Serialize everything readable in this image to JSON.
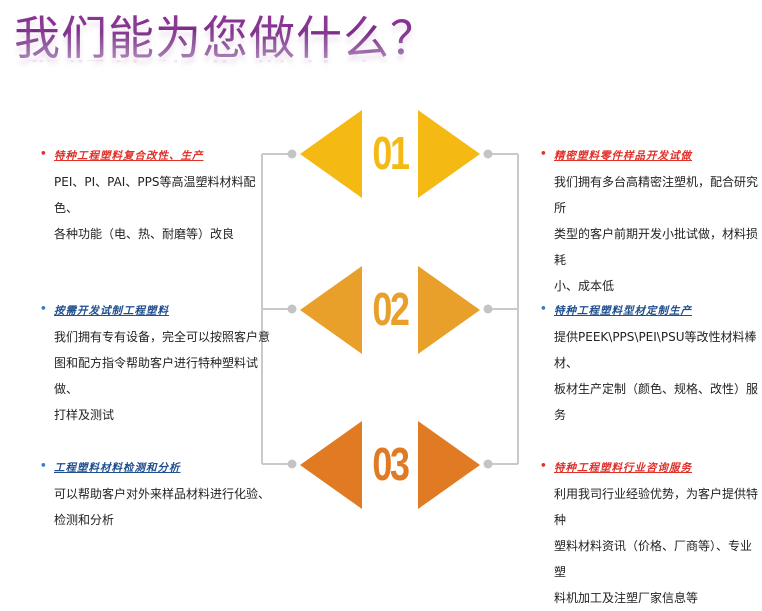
{
  "title": "我们能为您做什么？",
  "colors": {
    "yellow": "#f5b914",
    "amber": "#e8a02a",
    "orange": "#e07a23",
    "connector": "#c9c9c9",
    "red_heading": "#e0312b",
    "blue_heading": "#1f4f8f"
  },
  "diamonds": [
    {
      "number": "01",
      "color": "#f5b914"
    },
    {
      "number": "02",
      "color": "#e8a02a"
    },
    {
      "number": "03",
      "color": "#e07a23"
    }
  ],
  "left_items": [
    {
      "heading": "特种工程塑料复合改性、生产",
      "lines": [
        "PEI、PI、PAI、PPS等高温塑料材料配色、",
        "各种功能（电、热、耐磨等）改良"
      ]
    },
    {
      "heading": "按需开发试制工程塑料",
      "lines": [
        "我们拥有专有设备，完全可以按照客户意",
        "图和配方指令帮助客户进行特种塑料试做、",
        "打样及测试"
      ]
    },
    {
      "heading": "工程塑料材料检测和分析",
      "lines": [
        "可以帮助客户对外来样品材料进行化验、",
        "检测和分析"
      ]
    }
  ],
  "right_items": [
    {
      "heading": "精密塑料零件样品开发试做",
      "lines": [
        "我们拥有多台高精密注塑机，配合研究所",
        "类型的客户前期开发小批试做，材料损耗",
        "小、成本低"
      ]
    },
    {
      "heading": "特种工程塑料型材定制生产",
      "lines": [
        "提供PEEK\\PPS\\PEI\\PSU等改性材料棒材、",
        "板材生产定制（颜色、规格、改性）服务"
      ]
    },
    {
      "heading": "特种工程塑料行业咨询服务",
      "lines": [
        "利用我司行业经验优势，为客户提供特种",
        "塑料材料资讯（价格、厂商等）、专业塑",
        "料机加工及注塑厂家信息等"
      ]
    }
  ],
  "bullet": "•"
}
